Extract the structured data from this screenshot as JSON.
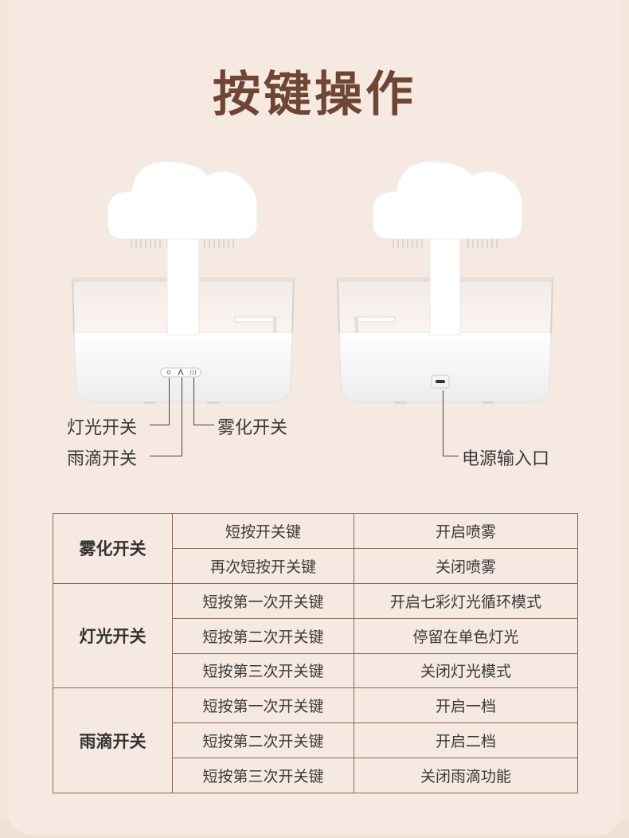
{
  "title": "按键操作",
  "labels": {
    "light_switch": "灯光开关",
    "mist_switch": "雾化开关",
    "rain_switch": "雨滴开关",
    "power_input": "电源输入口"
  },
  "table": {
    "groups": [
      {
        "name": "雾化开关",
        "rows": [
          {
            "action": "短按开关键",
            "result": "开启喷雾"
          },
          {
            "action": "再次短按开关键",
            "result": "关闭喷雾"
          }
        ]
      },
      {
        "name": "灯光开关",
        "rows": [
          {
            "action": "短按第一次开关键",
            "result": "开启七彩灯光循环模式"
          },
          {
            "action": "短按第二次开关键",
            "result": "停留在单色灯光"
          },
          {
            "action": "短按第三次开关键",
            "result": "关闭灯光模式"
          }
        ]
      },
      {
        "name": "雨滴开关",
        "rows": [
          {
            "action": "短按第一次开关键",
            "result": "开启一档"
          },
          {
            "action": "短按第二次开关键",
            "result": "开启二档"
          },
          {
            "action": "短按第三次开关键",
            "result": "关闭雨滴功能"
          }
        ]
      }
    ]
  }
}
